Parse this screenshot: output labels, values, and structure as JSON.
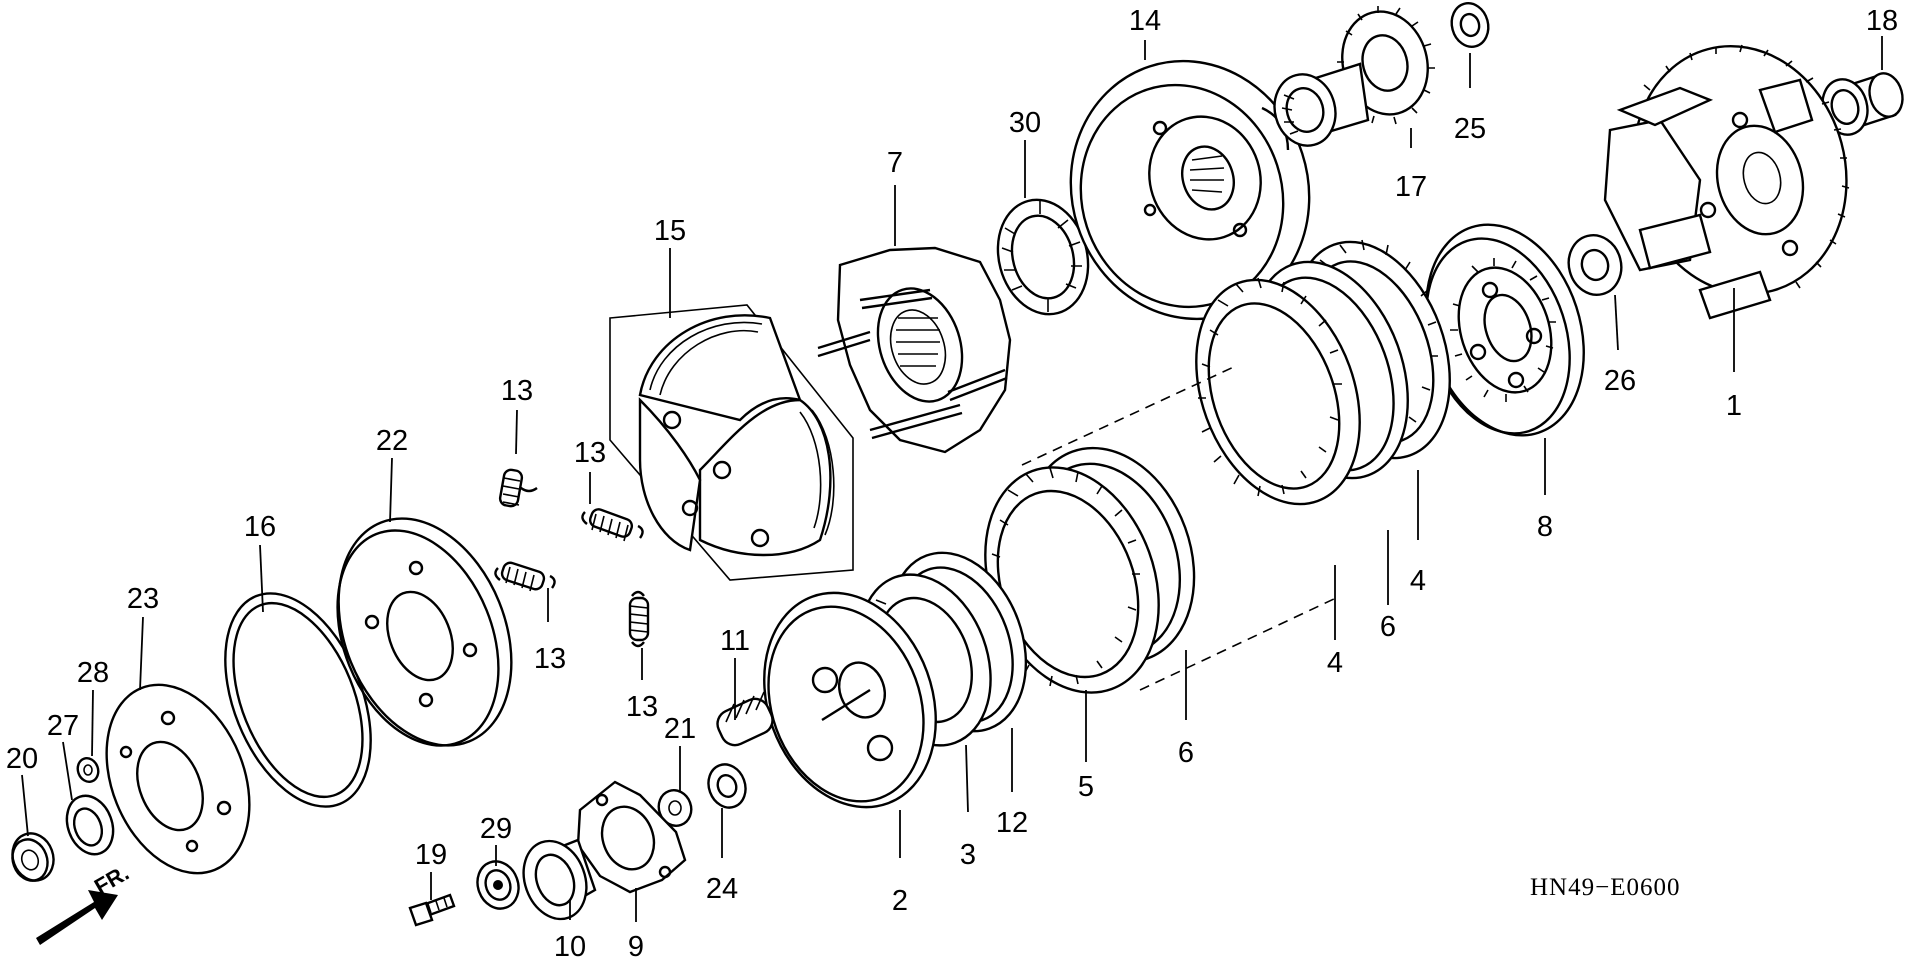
{
  "diagram": {
    "code": "HN49−E0600",
    "direction_label": "FR.",
    "callouts": [
      {
        "id": "c1",
        "label": "1"
      },
      {
        "id": "c2",
        "label": "2"
      },
      {
        "id": "c3",
        "label": "3"
      },
      {
        "id": "c4a",
        "label": "4"
      },
      {
        "id": "c4b",
        "label": "4"
      },
      {
        "id": "c5",
        "label": "5"
      },
      {
        "id": "c6a",
        "label": "6"
      },
      {
        "id": "c6b",
        "label": "6"
      },
      {
        "id": "c7",
        "label": "7"
      },
      {
        "id": "c8",
        "label": "8"
      },
      {
        "id": "c9",
        "label": "9"
      },
      {
        "id": "c10",
        "label": "10"
      },
      {
        "id": "c11",
        "label": "11"
      },
      {
        "id": "c12",
        "label": "12"
      },
      {
        "id": "c13a",
        "label": "13"
      },
      {
        "id": "c13b",
        "label": "13"
      },
      {
        "id": "c13c",
        "label": "13"
      },
      {
        "id": "c13d",
        "label": "13"
      },
      {
        "id": "c14",
        "label": "14"
      },
      {
        "id": "c15",
        "label": "15"
      },
      {
        "id": "c16",
        "label": "16"
      },
      {
        "id": "c17",
        "label": "17"
      },
      {
        "id": "c18",
        "label": "18"
      },
      {
        "id": "c19",
        "label": "19"
      },
      {
        "id": "c20",
        "label": "20"
      },
      {
        "id": "c21",
        "label": "21"
      },
      {
        "id": "c22",
        "label": "22"
      },
      {
        "id": "c23",
        "label": "23"
      },
      {
        "id": "c24",
        "label": "24"
      },
      {
        "id": "c25",
        "label": "25"
      },
      {
        "id": "c26",
        "label": "26"
      },
      {
        "id": "c27",
        "label": "27"
      },
      {
        "id": "c28",
        "label": "28"
      },
      {
        "id": "c29",
        "label": "29"
      },
      {
        "id": "c30",
        "label": "30"
      }
    ]
  }
}
